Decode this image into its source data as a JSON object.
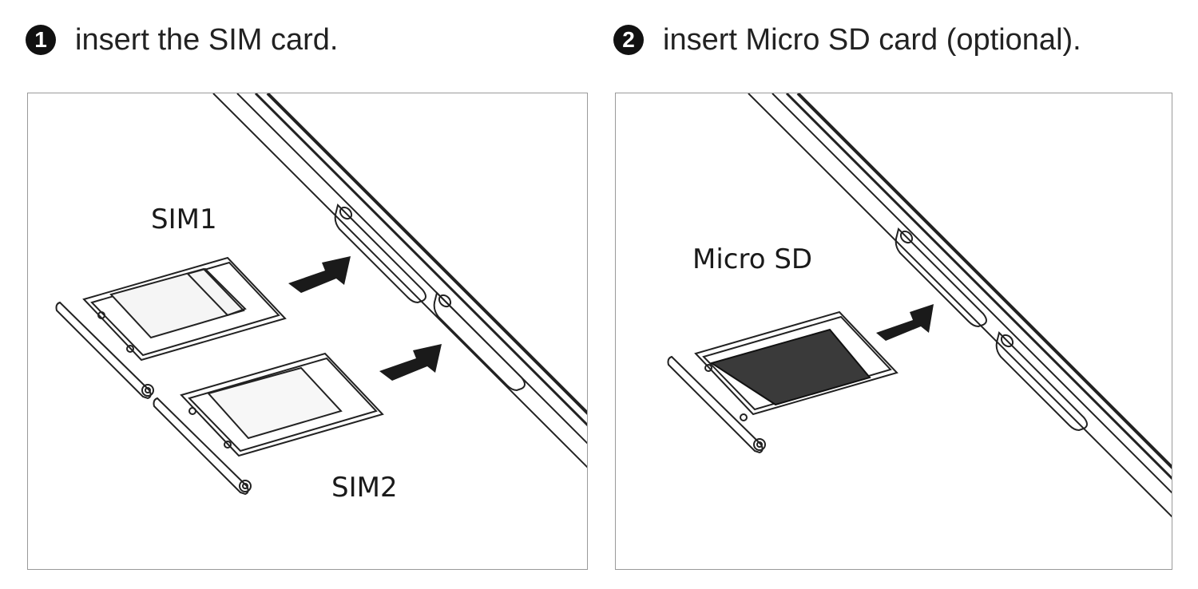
{
  "steps": [
    {
      "number": "1",
      "title": "insert the SIM card."
    },
    {
      "number": "2",
      "title": "insert Micro SD card (optional)."
    }
  ],
  "labels": {
    "sim1": "SIM1",
    "sim2": "SIM2",
    "micro_sd": "Micro SD"
  }
}
